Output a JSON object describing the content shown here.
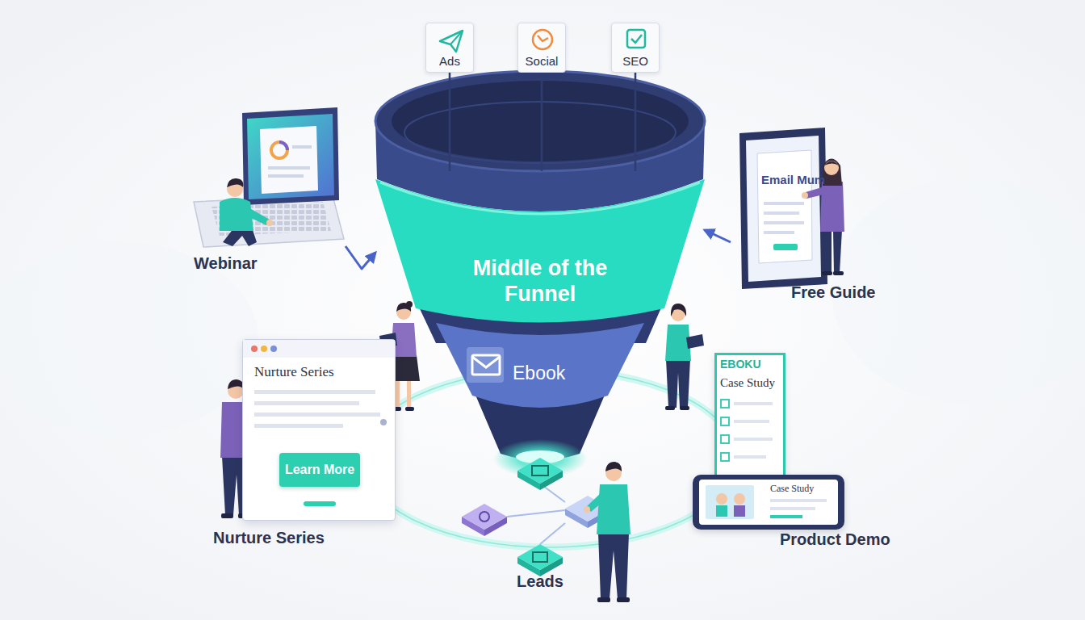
{
  "diagram": {
    "nodes": [
      {
        "text": [
          "Ads"
        ]
      },
      {
        "text": [
          "Social"
        ]
      },
      {
        "text": [
          "SEO"
        ]
      },
      {
        "text": [
          "Webinar"
        ]
      },
      {
        "text": [
          "Email Mum",
          "Free Guide"
        ]
      },
      {
        "text": [
          "Middle of the Funnel"
        ]
      },
      {
        "text": [
          "Ebook"
        ]
      },
      {
        "text": [
          "Nurture Series",
          "Nurture Series"
        ]
      },
      {
        "text": [
          "Learn More"
        ],
        "in": 7
      },
      {
        "text": [
          "EBOKU",
          "Case Study"
        ]
      },
      {
        "text": [
          "Case Study",
          "Product Demo"
        ]
      },
      {
        "text": [
          "Leads"
        ]
      }
    ],
    "edges": [
      {
        "from": 0,
        "to": 5,
        "arrow": "none"
      },
      {
        "from": 1,
        "to": 5,
        "arrow": "none"
      },
      {
        "from": 2,
        "to": 5,
        "arrow": "none"
      },
      {
        "from": 3,
        "to": 5,
        "arrow": "to"
      },
      {
        "from": 4,
        "to": 5,
        "arrow": "to"
      }
    ]
  }
}
